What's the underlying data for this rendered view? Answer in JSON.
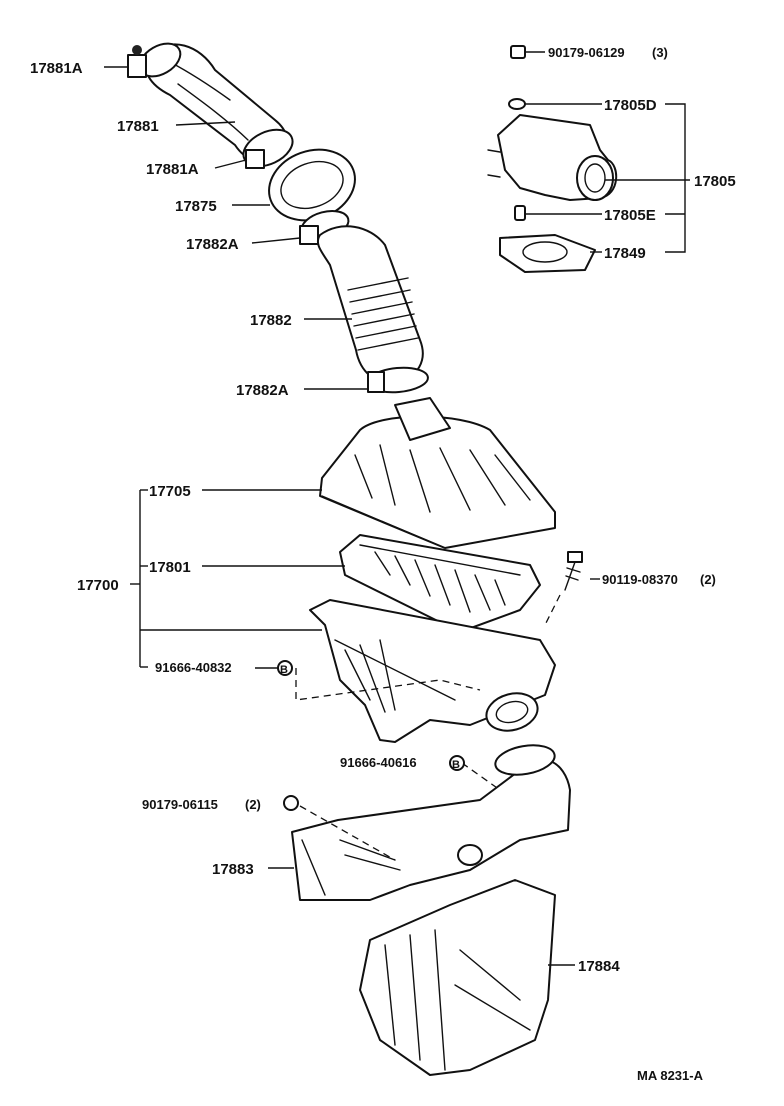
{
  "labels": {
    "p17881A_top": "17881A",
    "p17881": "17881",
    "p17881A_mid": "17881A",
    "p17875": "17875",
    "p17882A_top": "17882A",
    "p17882": "17882",
    "p17882A_low": "17882A",
    "p17705": "17705",
    "p17700": "17700",
    "p17801": "17801",
    "p91666_40832": "91666-40832",
    "p91666_40616": "91666-40616",
    "p90179_06115": "90179-06115",
    "qty_90179_06115": "(2)",
    "p17883": "17883",
    "p17884": "17884",
    "p90119_08370": "90119-08370",
    "qty_90119_08370": "(2)",
    "p90179_06129": "90179-06129",
    "qty_90179_06129": "(3)",
    "p17805D": "17805D",
    "p17805": "17805",
    "p17805E": "17805E",
    "p17849": "17849",
    "ref_B": "B",
    "diagram_code": "MA 8231-A"
  },
  "colors": {
    "ink": "#111111",
    "paper": "#ffffff"
  }
}
